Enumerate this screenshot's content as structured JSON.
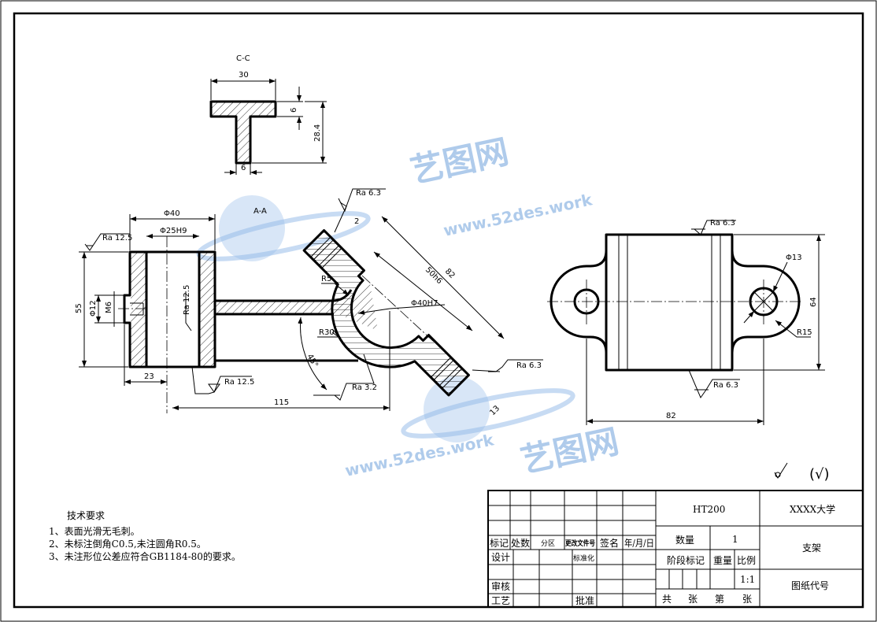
{
  "views": {
    "section_cc": {
      "title": "C-C",
      "dims": [
        "30",
        "6",
        "28.4",
        "6"
      ]
    },
    "section_aa": {
      "title": "A-A",
      "dims": {
        "d40": "Φ40",
        "d25": "Φ25H9",
        "h55": "55",
        "d12": "Φ12",
        "m6": "M6",
        "w23": "23",
        "l115": "115",
        "l82": "82",
        "l50": "50h6",
        "d40h7": "Φ40H7",
        "r5": "R5",
        "r30": "R30",
        "a45": "45°",
        "t2": "2",
        "t13": "13"
      },
      "roughness": {
        "top_left": "Ra 12.5",
        "bore": "Ra 12.5",
        "bottom": "Ra 12.5",
        "arc": "Ra 3.2",
        "flange_top": "Ra 6.3",
        "flange_bottom": "Ra 6.3"
      }
    },
    "side_view": {
      "dims": {
        "d13": "Φ13",
        "r15": "R15",
        "h64": "64",
        "w82": "82"
      },
      "roughness": {
        "top": "Ra 6.3",
        "bottom": "Ra 6.3"
      }
    }
  },
  "general_roughness": {
    "symbol": "√",
    "paren": "(√)"
  },
  "requirements": {
    "title": "技术要求",
    "items": [
      "1、表面光滑无毛刺。",
      "2、未标注倒角C0.5,未注圆角R0.5。",
      "3、未注形位公差应符合GB1184-80的要求。"
    ]
  },
  "title_block": {
    "material": "HT200",
    "school": "XXXX大学",
    "part_name": "支架",
    "drawing_no": "图纸代号",
    "qty_label": "数量",
    "qty": "1",
    "stage_label": "阶段标记",
    "weight_label": "重量",
    "scale_label": "比例",
    "scale": "1:1",
    "sheets": [
      "共",
      "张",
      "第",
      "张"
    ],
    "headers": [
      "标记",
      "处数",
      "分区",
      "更改文件号",
      "签名",
      "年/月/日"
    ],
    "roles": {
      "design": "设计",
      "standard": "标准化",
      "review": "审核",
      "process": "工艺",
      "approve": "批准"
    }
  },
  "watermark": {
    "cn": "艺图网",
    "url": "www.52des.work"
  }
}
